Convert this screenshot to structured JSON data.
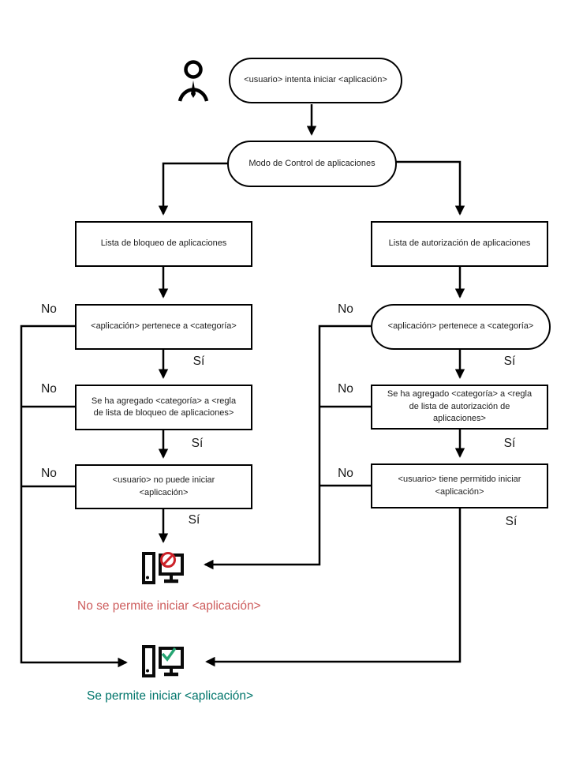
{
  "diagram": {
    "type": "flowchart",
    "language": "es",
    "nodes": {
      "start": "<usuario> intenta iniciar <aplicación>",
      "mode": "Modo de Control de aplicaciones",
      "denylist": "Lista de bloqueo de aplicaciones",
      "allowlist": "Lista de autorización de aplicaciones",
      "deny_category": "<aplicación> pertenece a <categoría>",
      "deny_rule": "Se ha agregado <categoría> a <regla de lista de bloqueo de aplicaciones>",
      "deny_user": "<usuario> no puede iniciar <aplicación>",
      "allow_category": "<aplicación> pertenece a <categoría>",
      "allow_rule": "Se ha agregado <categoría> a <regla de lista de autorización de aplicaciones>",
      "allow_user": "<usuario> tiene permitido iniciar <aplicación>"
    },
    "labels": {
      "yes": "Sí",
      "no": "No"
    },
    "outcomes": {
      "blocked": "No se permite iniciar <aplicación>",
      "allowed": "Se permite iniciar <aplicación>"
    },
    "colors": {
      "line": "#000000",
      "blocked_text": "#cd5c5c",
      "allowed_text": "#00756b",
      "prohibition": "#cc2229",
      "checkmark": "#26a573"
    },
    "icons": {
      "user": "user-icon",
      "blocked_computer": "computer-blocked-icon",
      "allowed_computer": "computer-allowed-icon"
    }
  }
}
